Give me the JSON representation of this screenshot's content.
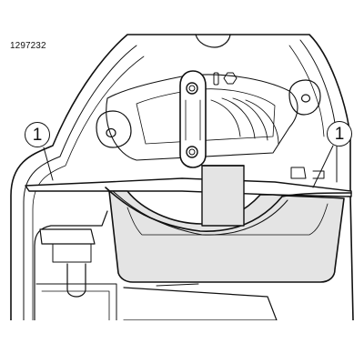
{
  "figure": {
    "id_label": "1297232"
  },
  "callouts": [
    {
      "label": "1"
    },
    {
      "label": "1"
    }
  ],
  "palette": {
    "line": "#111111",
    "panel_fill": "#e4e4e4",
    "panel_shadow": "#d0d0d0",
    "paper": "#ffffff"
  },
  "icons": {
    "callout_marker": "circled-number",
    "fastener": "bolt-icon"
  }
}
